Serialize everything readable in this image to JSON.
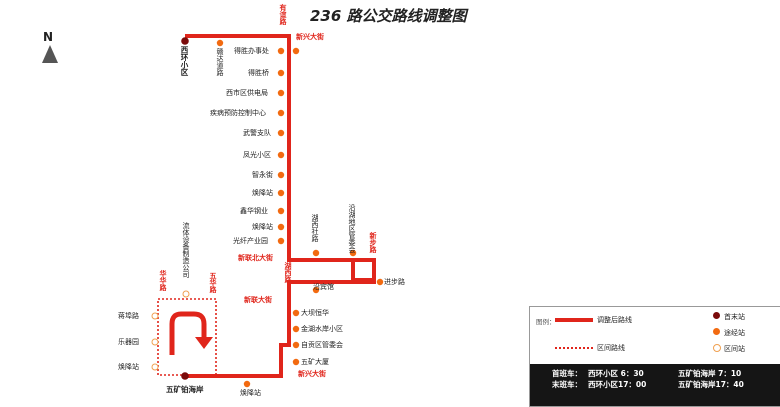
{
  "title": "236 路公交路线调整图",
  "compass": {
    "label": "N",
    "icon": "north-arrow-icon"
  },
  "colors": {
    "route": "#e0251b",
    "terminal": "#7a0a0a",
    "stop": "#f26a10",
    "section_stop_fill": "#ffffff",
    "section_stop_stroke": "#f0a050"
  },
  "streets": {
    "youyi_road": "有谊路",
    "xinxing_street_top": "新兴大街",
    "xinlian_north": "新联北大街",
    "huahu_road": "湖西路",
    "xinlian_street": "新联大街",
    "xinbu_road": "新步路",
    "xinxing_street_bottom": "新兴大街",
    "huahua_road": "华华路",
    "wuhua_road": "五华路"
  },
  "stops": {
    "xihuan": "西环小区",
    "ganda": "赣达道路",
    "deshou_office": "得胜办事处",
    "deshou_bridge": "得胜桥",
    "power_bureau": "西市区供电局",
    "disease_center": "疾病预防控制中心",
    "wujing": "武警支队",
    "fengguang": "凤光小区",
    "zhiyuan": "智永街",
    "yangbao": "焕降站",
    "xinhua": "鑫华钢业",
    "yangbao2": "焕降站",
    "guangqian": "光纤产业园",
    "dahu": "湖西社路",
    "yanji": "沿湖地区管委会",
    "jinbu": "进步路",
    "yishu": "沿宾馆",
    "dachuang": "大坝恒华",
    "jinhu": "金湖水岸小区",
    "zigong": "自贡区管委会",
    "wukuang_mansion": "五矿大厦",
    "wukuang_coast": "五矿铂海岸",
    "yangbao3": "焕降站",
    "jiangpu": "蒋埠路",
    "leqi": "乐器园",
    "yangbao4": "焕降站",
    "liuliu": "流体设备制造公司"
  },
  "legend": {
    "header": "图例：",
    "route_label": "调整后路线",
    "section_label": "区间路线",
    "terminal_label": "首末站",
    "stop_label": "途经站",
    "section_stop_label": "区间站",
    "first_bus_prefix": "首班车：",
    "first_from": "西环小区 6：30",
    "first_to": "五矿铂海岸 7：10",
    "last_bus_prefix": "末班车：",
    "last_from": "西环小区17：00",
    "last_to": "五矿铂海岸17：40"
  }
}
